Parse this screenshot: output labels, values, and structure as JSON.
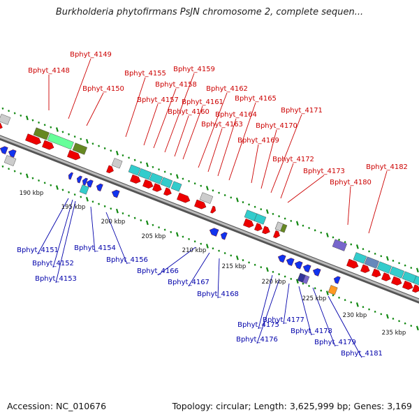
{
  "title": "Burkholderia phytofirmans PsJN chromosome 2, complete sequen...",
  "footer": {
    "accession": "Accession: NC_010676",
    "topology": "Topology: circular; Length: 3,625,999 bp; Genes: 3,169"
  },
  "colors": {
    "top_label": "#cc0000",
    "bottom_label": "#0000aa",
    "forward_gene": "#ee0000",
    "reverse_gene": "#1133ee",
    "backbone": "#999999",
    "tick": "#118811",
    "cog_cyan": "#33cccc",
    "cog_green": "#66ff99",
    "cog_olive": "#668822",
    "cog_gray": "#cccccc",
    "cog_purple": "#7766cc",
    "cog_steel": "#6688bb",
    "cog_orange": "#ff9922",
    "cog_navy": "#333399"
  },
  "kbp_labels": [
    "190 kbp",
    "195 kbp",
    "200 kbp",
    "205 kbp",
    "210 kbp",
    "215 kbp",
    "220 kbp",
    "225 kbp",
    "230 kbp",
    "235 kbp"
  ],
  "top_genes": [
    {
      "label": "Bphyt_4148"
    },
    {
      "label": "Bphyt_4149"
    },
    {
      "label": "Bphyt_4150"
    },
    {
      "label": "Bphyt_4155"
    },
    {
      "label": "Bphyt_4157"
    },
    {
      "label": "Bphyt_4158"
    },
    {
      "label": "Bphyt_4159"
    },
    {
      "label": "Bphyt_4160"
    },
    {
      "label": "Bphyt_4161"
    },
    {
      "label": "Bphyt_4162"
    },
    {
      "label": "Bphyt_4163"
    },
    {
      "label": "Bphyt_4164"
    },
    {
      "label": "Bphyt_4165"
    },
    {
      "label": "Bphyt_4169"
    },
    {
      "label": "Bphyt_4170"
    },
    {
      "label": "Bphyt_4171"
    },
    {
      "label": "Bphyt_4172"
    },
    {
      "label": "Bphyt_4173"
    },
    {
      "label": "Bphyt_4180"
    },
    {
      "label": "Bphyt_4182"
    }
  ],
  "bottom_genes": [
    {
      "label": "Bphyt_4151"
    },
    {
      "label": "Bphyt_4152"
    },
    {
      "label": "Bphyt_4153"
    },
    {
      "label": "Bphyt_4154"
    },
    {
      "label": "Bphyt_4156"
    },
    {
      "label": "Bphyt_4166"
    },
    {
      "label": "Bphyt_4167"
    },
    {
      "label": "Bphyt_4168"
    },
    {
      "label": "Bphyt_4175"
    },
    {
      "label": "Bphyt_4176"
    },
    {
      "label": "Bphyt_4177"
    },
    {
      "label": "Bphyt_4178"
    },
    {
      "label": "Bphyt_4179"
    },
    {
      "label": "Bphyt_4181"
    }
  ]
}
